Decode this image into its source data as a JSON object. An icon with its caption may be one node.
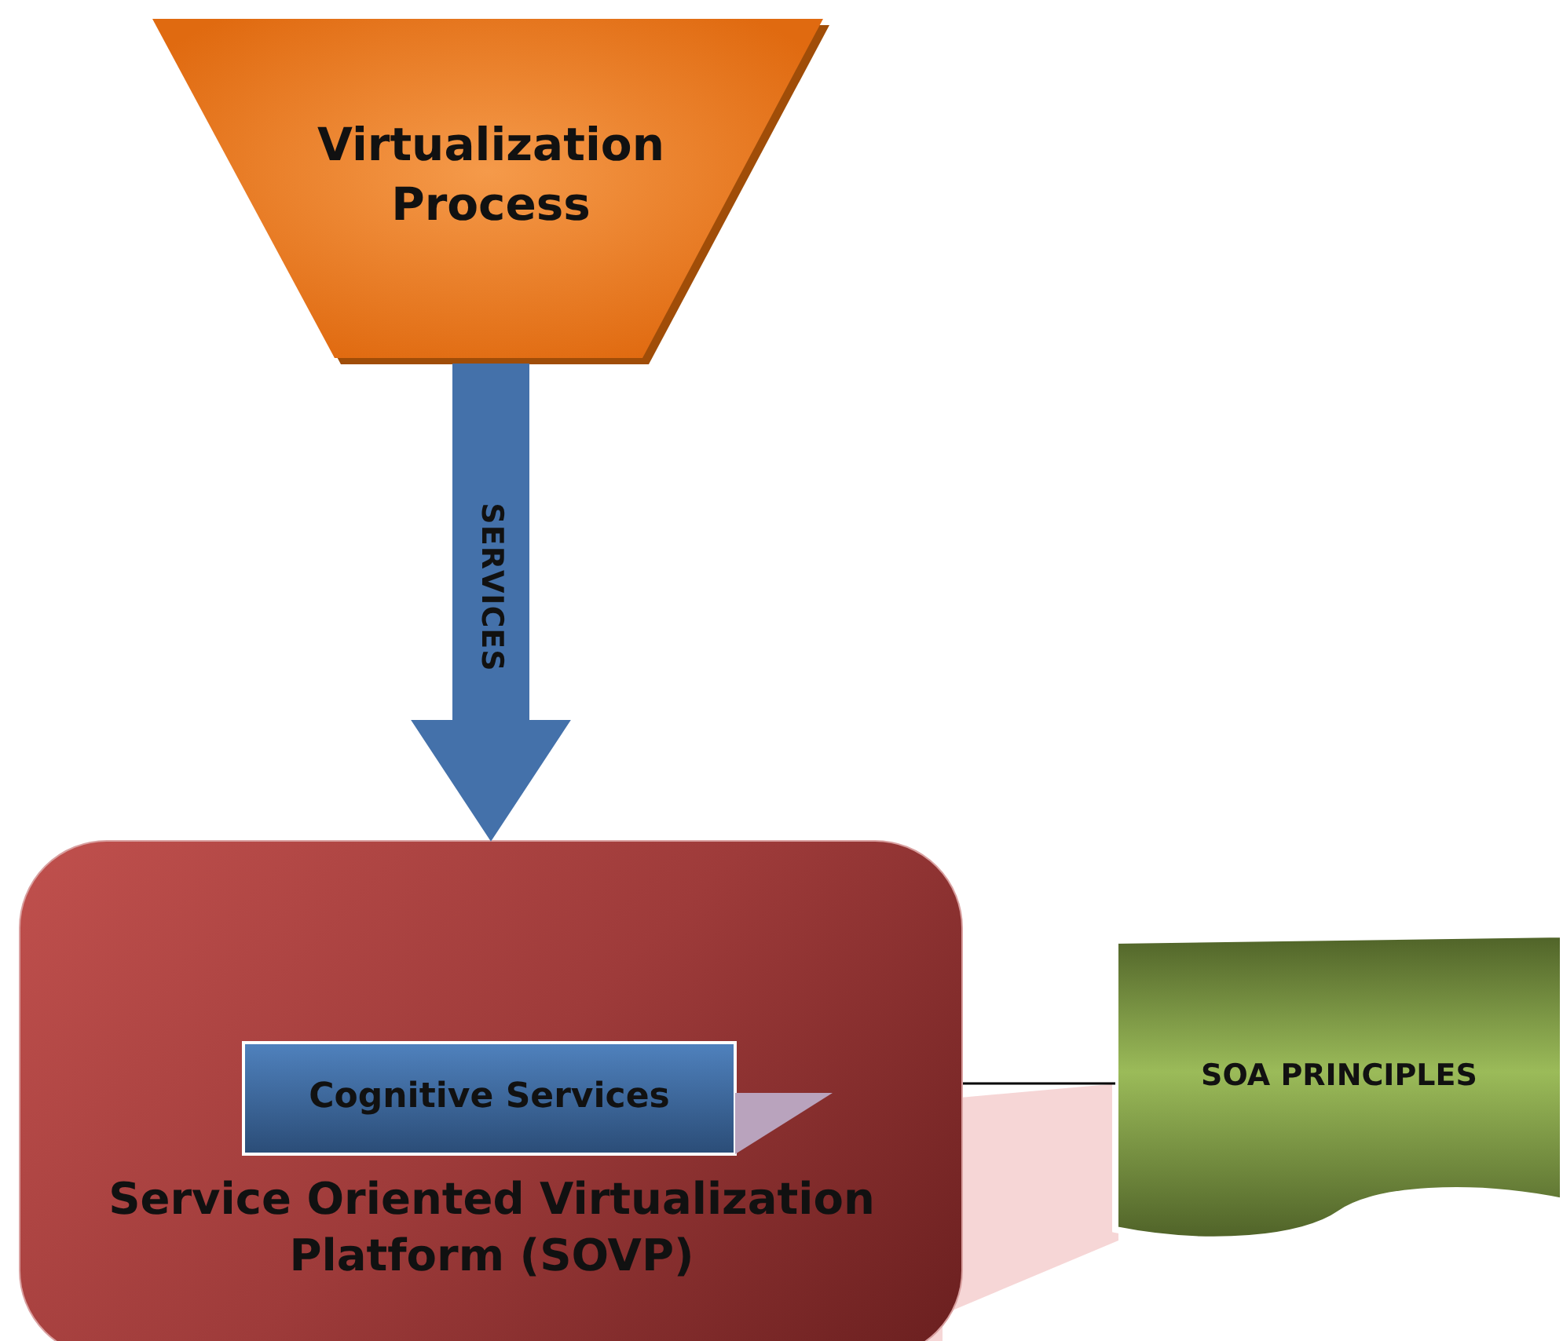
{
  "diagram": {
    "nodes": [
      {
        "text": [
          "Virtualization Process"
        ]
      },
      {
        "text": [
          "Service Oriented Virtualization Platform (SOVP)"
        ]
      },
      {
        "text": [
          "Cognitive Services"
        ],
        "in": 1
      },
      {
        "text": [
          "SOA PRINCIPLES"
        ]
      }
    ],
    "edges": [
      {
        "from": 0,
        "to": 1,
        "arrow": "to",
        "label": "SERVICES",
        "style": "thick",
        "color": "#4471aa"
      },
      {
        "from": 1,
        "to": 3,
        "arrow": "none"
      }
    ]
  }
}
